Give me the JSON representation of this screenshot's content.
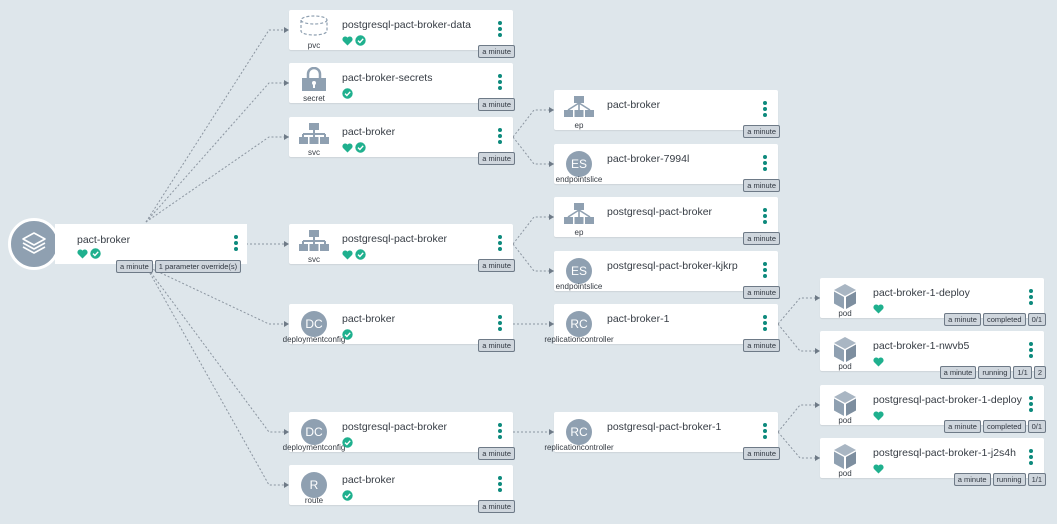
{
  "root": {
    "name": "pact-broker",
    "tags": [
      "a minute",
      "1 parameter override(s)"
    ],
    "status": [
      "heart",
      "check"
    ]
  },
  "nodes": [
    {
      "id": "pvc-data",
      "name": "postgresql-pact-broker-data",
      "kind": "pvc",
      "icon": "pvc-icon",
      "status": [
        "heart",
        "check"
      ],
      "tags": [
        "a minute"
      ]
    },
    {
      "id": "secret",
      "name": "pact-broker-secrets",
      "kind": "secret",
      "icon": "secret-icon",
      "status": [
        "check"
      ],
      "tags": [
        "a minute"
      ]
    },
    {
      "id": "svc-pact",
      "name": "pact-broker",
      "kind": "svc",
      "icon": "service-icon",
      "status": [
        "heart",
        "check"
      ],
      "tags": [
        "a minute"
      ]
    },
    {
      "id": "svc-pg",
      "name": "postgresql-pact-broker",
      "kind": "svc",
      "icon": "service-icon",
      "status": [
        "heart",
        "check"
      ],
      "tags": [
        "a minute"
      ]
    },
    {
      "id": "dc-pact",
      "name": "pact-broker",
      "kind": "deploymentconfig",
      "badge": "DC",
      "status": [
        "check"
      ],
      "tags": [
        "a minute"
      ]
    },
    {
      "id": "dc-pg",
      "name": "postgresql-pact-broker",
      "kind": "deploymentconfig",
      "badge": "DC",
      "status": [
        "check"
      ],
      "tags": [
        "a minute"
      ]
    },
    {
      "id": "route",
      "name": "pact-broker",
      "kind": "route",
      "badge": "R",
      "status": [
        "check"
      ],
      "tags": [
        "a minute"
      ]
    },
    {
      "id": "ep-pact",
      "name": "pact-broker",
      "kind": "ep",
      "icon": "endpoint-icon",
      "status": [],
      "tags": [
        "a minute"
      ]
    },
    {
      "id": "es-pact",
      "name": "pact-broker-7994l",
      "kind": "endpointslice",
      "badge": "ES",
      "status": [],
      "tags": [
        "a minute"
      ]
    },
    {
      "id": "ep-pg",
      "name": "postgresql-pact-broker",
      "kind": "ep",
      "icon": "endpoint-icon",
      "status": [],
      "tags": [
        "a minute"
      ]
    },
    {
      "id": "es-pg",
      "name": "postgresql-pact-broker-kjkrp",
      "kind": "endpointslice",
      "badge": "ES",
      "status": [],
      "tags": [
        "a minute"
      ]
    },
    {
      "id": "rc-pact",
      "name": "pact-broker-1",
      "kind": "replicationcontroller",
      "badge": "RC",
      "status": [],
      "tags": [
        "a minute"
      ]
    },
    {
      "id": "rc-pg",
      "name": "postgresql-pact-broker-1",
      "kind": "replicationcontroller",
      "badge": "RC",
      "status": [],
      "tags": [
        "a minute"
      ]
    },
    {
      "id": "pod-deploy",
      "name": "pact-broker-1-deploy",
      "kind": "pod",
      "icon": "pod-icon",
      "status": [
        "heart"
      ],
      "tags": [
        "a minute",
        "completed",
        "0/1"
      ]
    },
    {
      "id": "pod-run",
      "name": "pact-broker-1-nwvb5",
      "kind": "pod",
      "icon": "pod-icon",
      "status": [
        "heart"
      ],
      "tags": [
        "a minute",
        "running",
        "1/1",
        "2"
      ]
    },
    {
      "id": "pod-pg-deploy",
      "name": "postgresql-pact-broker-1-deploy",
      "kind": "pod",
      "icon": "pod-icon",
      "status": [
        "heart"
      ],
      "tags": [
        "a minute",
        "completed",
        "0/1"
      ]
    },
    {
      "id": "pod-pg-run",
      "name": "postgresql-pact-broker-1-j2s4h",
      "kind": "pod",
      "icon": "pod-icon",
      "status": [
        "heart"
      ],
      "tags": [
        "a minute",
        "running",
        "1/1"
      ]
    }
  ],
  "colors": {
    "background": "#dee6eb",
    "status_green": "#1fb08e",
    "kebab": "#0d8a7d",
    "icon_gray": "#8fa0b1"
  }
}
